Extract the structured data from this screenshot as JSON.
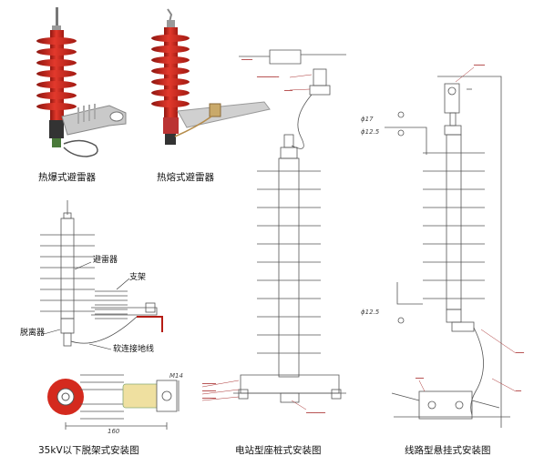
{
  "captions": {
    "hot_explode": "热爆式避雷器",
    "hot_melt": "热熔式避雷器",
    "below_35kv": "35kV以下脱架式安装图",
    "station_post": "电站型座桩式安装图",
    "line_suspension": "线路型悬挂式安装图"
  },
  "labels": {
    "arrester": "避雷器",
    "bracket": "支架",
    "disconnector": "脱离器",
    "soft_ground": "软连接地线"
  },
  "dimensions": {
    "m14": "M14",
    "len_160": "160",
    "phi17": "ϕ17",
    "phi12_5_a": "ϕ12.5",
    "phi12_5_b": "ϕ12.5"
  },
  "colors": {
    "arrester_red": "#d0271d",
    "drawing_line": "#555555",
    "annotation": "#a33333"
  }
}
